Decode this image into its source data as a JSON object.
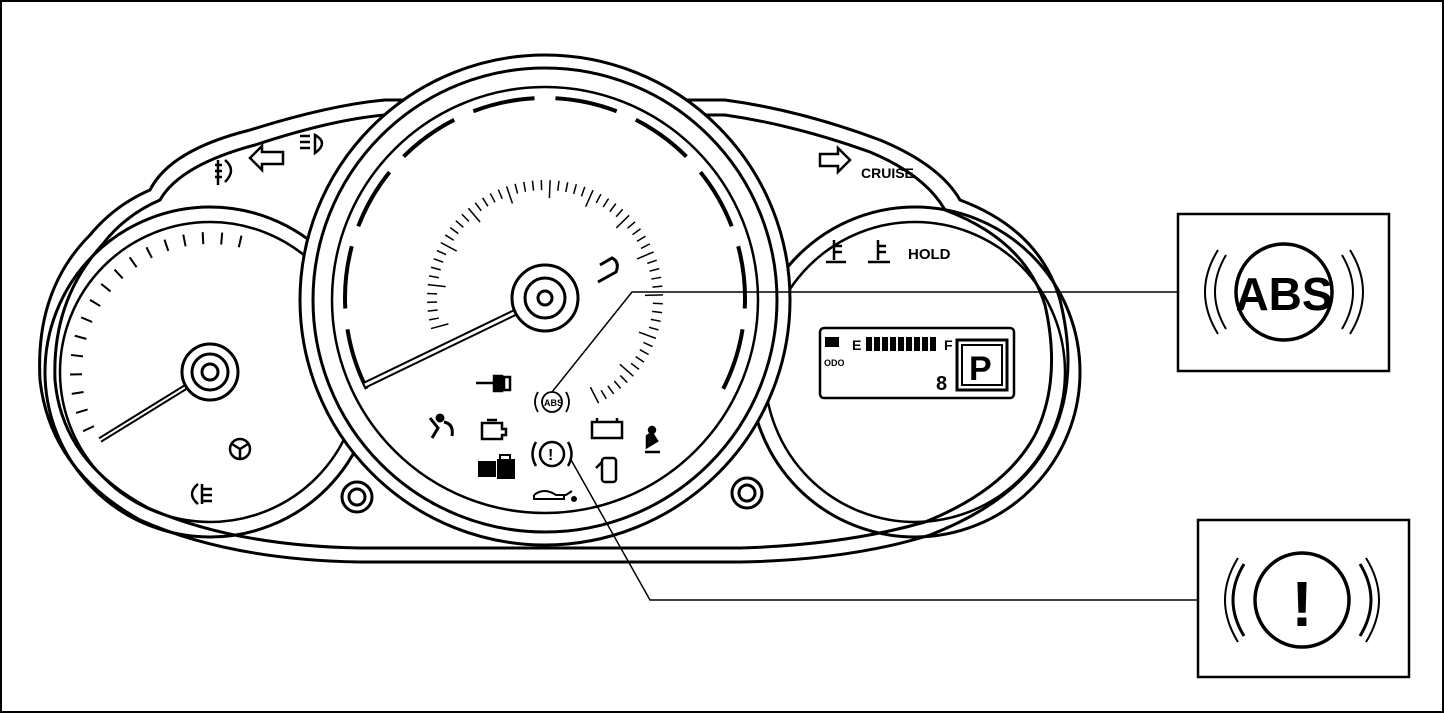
{
  "labels": {
    "cruise": "CRUISE",
    "hold": "HOLD",
    "abs_callout": "ABS",
    "abs_small": "ABS",
    "brake_callout": "!",
    "brake_small": "!",
    "fuel_empty": "E",
    "fuel_full": "F",
    "odo": "ODO",
    "gear": "P",
    "gear_position_digit": "8"
  },
  "icons": [
    "front-fog-light-icon",
    "turn-left-arrow-icon",
    "high-beam-icon",
    "turn-right-arrow-icon",
    "temperature-cold-icon",
    "temperature-hot-icon",
    "rear-fog-light-icon",
    "steering-wheel-icon",
    "airbag-icon",
    "check-engine-icon",
    "seatbelt-buckle-icon",
    "abs-warning-icon",
    "brake-warning-icon",
    "battery-icon",
    "passenger-seatbelt-icon",
    "door-open-icon",
    "oil-pressure-icon",
    "security-icon",
    "fuel-pump-icon"
  ],
  "colors": {
    "line": "#000000",
    "background": "#ffffff"
  }
}
